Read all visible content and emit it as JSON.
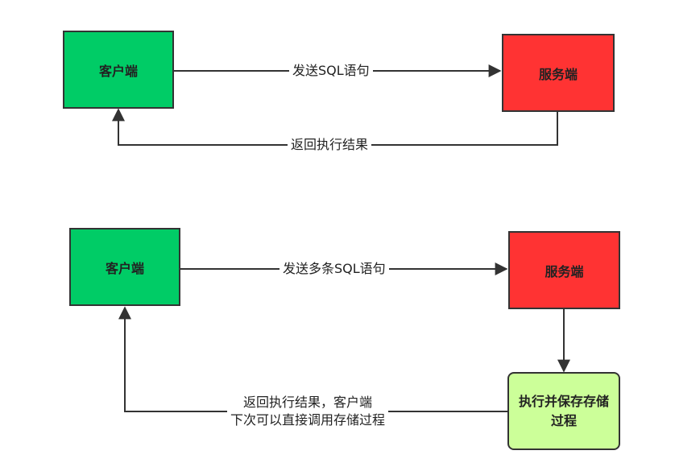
{
  "top": {
    "client": "客户端",
    "server": "服务端",
    "request_label": "发送SQL语句",
    "response_label": "返回执行结果"
  },
  "bottom": {
    "client": "客户端",
    "server": "服务端",
    "request_label": "发送多条SQL语句",
    "process": "执行并保存存储过程",
    "response_label_line1": "返回执行结果，客户端",
    "response_label_line2": "下次可以直接调用存储过程"
  },
  "colors": {
    "client": "#00cc66",
    "server": "#ff3333",
    "process": "#ccff99",
    "line": "#333333"
  }
}
